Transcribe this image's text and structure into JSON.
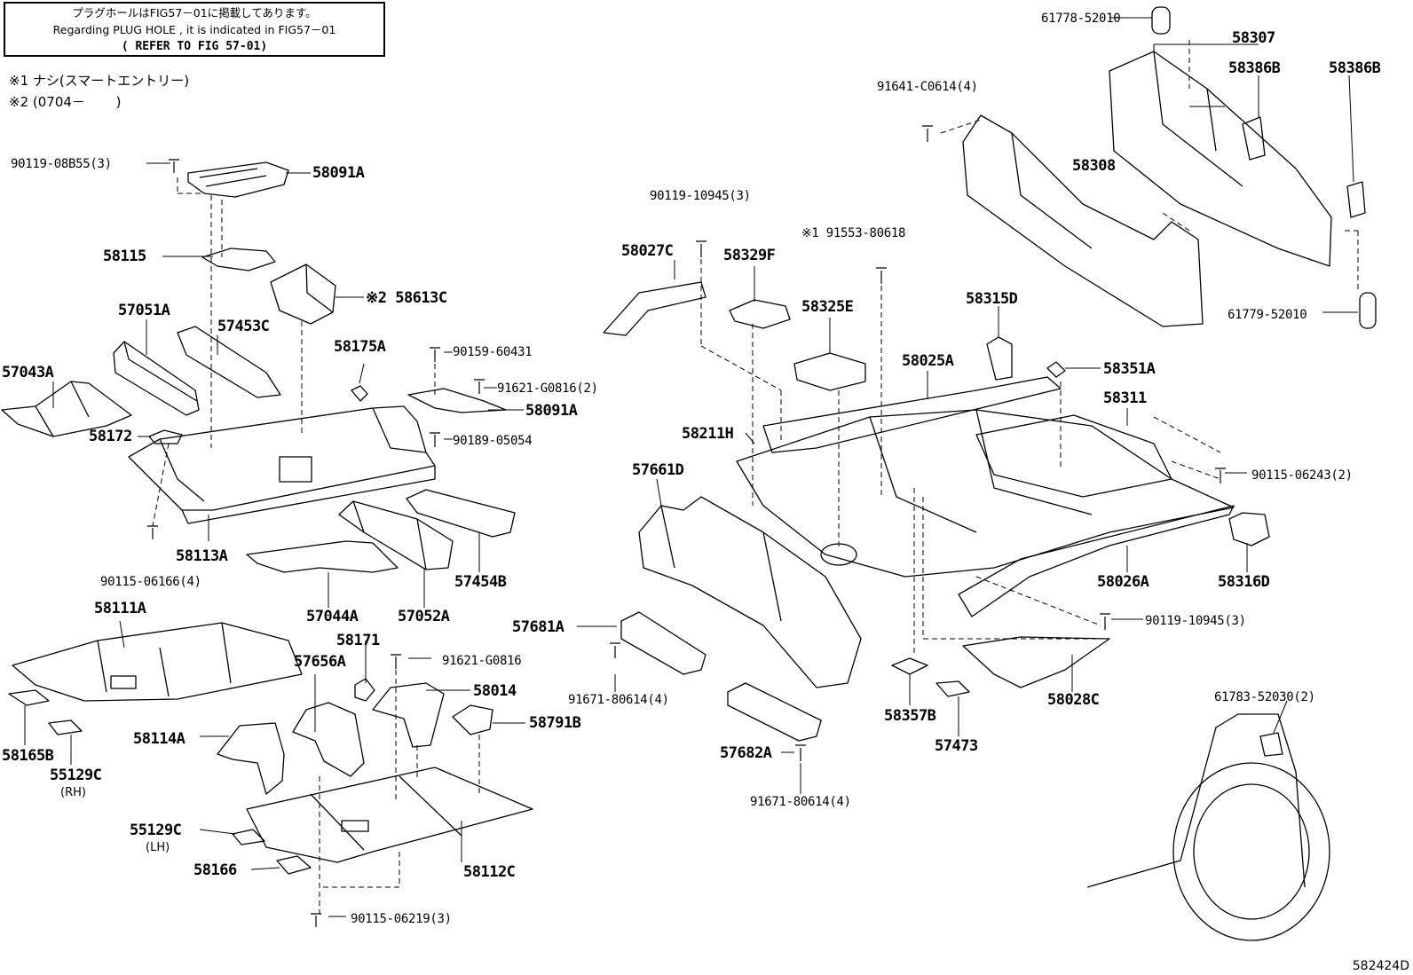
{
  "note": {
    "line1": "プラグホールはFIG57－01に掲載してあります。",
    "line2": "Regarding PLUG HOLE , it is indicated in FIG57－01",
    "line3": "( REFER TO FIG 57-01)"
  },
  "remarks": {
    "r1": "※1 ナシ(スマートエントリー)",
    "r2": "※2 (0704－　　 )"
  },
  "figure_id": "582424D",
  "sub_labels": {
    "rh": "(RH)",
    "lh": "(LH)"
  },
  "parts": {
    "p61778_52010": "61778-52010",
    "p58307": "58307",
    "p58386B_a": "58386B",
    "p58386B_b": "58386B",
    "p91641": "91641-C0614(4)",
    "p58308": "58308",
    "p61779_52010": "61779-52010",
    "p90119_08B55": "90119-08B55(3)",
    "p58091A_top": "58091A",
    "p58115": "58115",
    "p58613C": "※2 58613C",
    "p57051A": "57051A",
    "p57453C": "57453C",
    "p58175A": "58175A",
    "p90159_60431": "90159-60431",
    "p91621_G0816_2": "91621-G0816(2)",
    "p58091A_mid": "58091A",
    "p90189_05054": "90189-05054",
    "p57043A": "57043A",
    "p58172": "58172",
    "p58113A": "58113A",
    "p90115_06166": "90115-06166(4)",
    "p57044A": "57044A",
    "p57052A": "57052A",
    "p57454B": "57454B",
    "p90119_10945_top": "90119-10945(3)",
    "p58027C": "58027C",
    "p58329F": "58329F",
    "p91553_80618": "※1 91553-80618",
    "p58325E": "58325E",
    "p58315D": "58315D",
    "p58025A": "58025A",
    "p58351A": "58351A",
    "p58311": "58311",
    "p58211H": "58211H",
    "p57661D": "57661D",
    "p90115_06243": "90115-06243(2)",
    "p58026A": "58026A",
    "p58316D": "58316D",
    "p58111A": "58111A",
    "p58171": "58171",
    "p57656A": "57656A",
    "p91621_G0816": "91621-G0816",
    "p58014": "58014",
    "p58791B": "58791B",
    "p58114A": "58114A",
    "p58165B": "58165B",
    "p55129C_rh": "55129C",
    "p55129C_lh": "55129C",
    "p58166": "58166",
    "p58112C": "58112C",
    "p90115_06219": "90115-06219(3)",
    "p57681A": "57681A",
    "p91671_80614_a": "91671-80614(4)",
    "p57682A": "57682A",
    "p91671_80614_b": "91671-80614(4)",
    "p58357B": "58357B",
    "p57473": "57473",
    "p90119_10945_bot": "90119-10945(3)",
    "p58028C": "58028C",
    "p61783_52030": "61783-52030(2)"
  }
}
